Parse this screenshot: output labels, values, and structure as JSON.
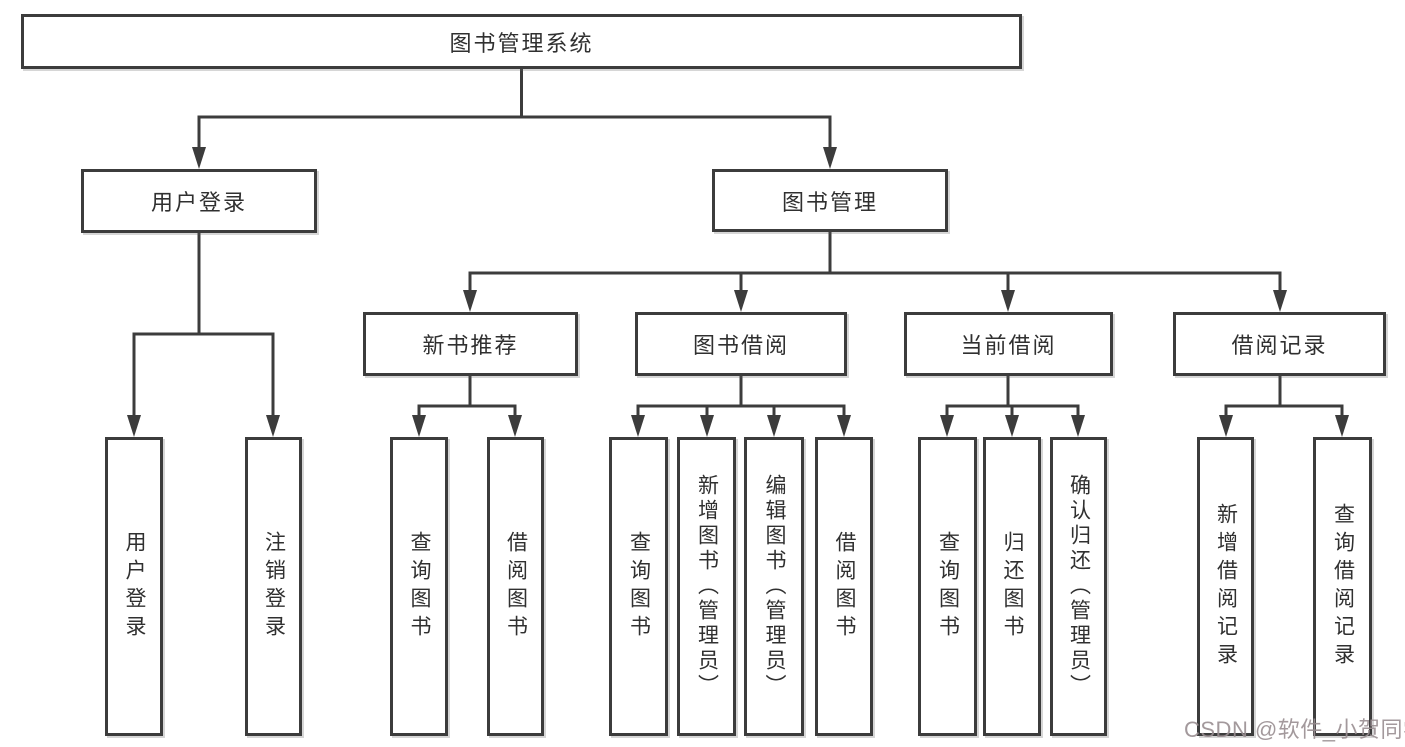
{
  "colors": {
    "bg": "#ffffff",
    "line": "#3c3c3c",
    "box-border": "#3c3c3c",
    "text": "#303030",
    "watermark": "#9a8f92"
  },
  "diagram": {
    "root": {
      "label": "图书管理系统"
    },
    "level2": [
      {
        "label": "用户登录",
        "children": [
          "用户登录",
          "注销登录"
        ]
      },
      {
        "label": "图书管理"
      }
    ],
    "level3": [
      {
        "label": "新书推荐",
        "children": [
          "查询图书",
          "借阅图书"
        ]
      },
      {
        "label": "图书借阅",
        "children": [
          "查询图书",
          "新增图书（管理员）",
          "编辑图书（管理员）",
          "借阅图书"
        ]
      },
      {
        "label": "当前借阅",
        "children": [
          "查询图书",
          "归还图书",
          "确认归还（管理员）"
        ]
      },
      {
        "label": "借阅记录",
        "children": [
          "新增借阅记录",
          "查询借阅记录"
        ]
      }
    ]
  },
  "watermark": {
    "text": "CSDN @软件_小贺同学"
  }
}
